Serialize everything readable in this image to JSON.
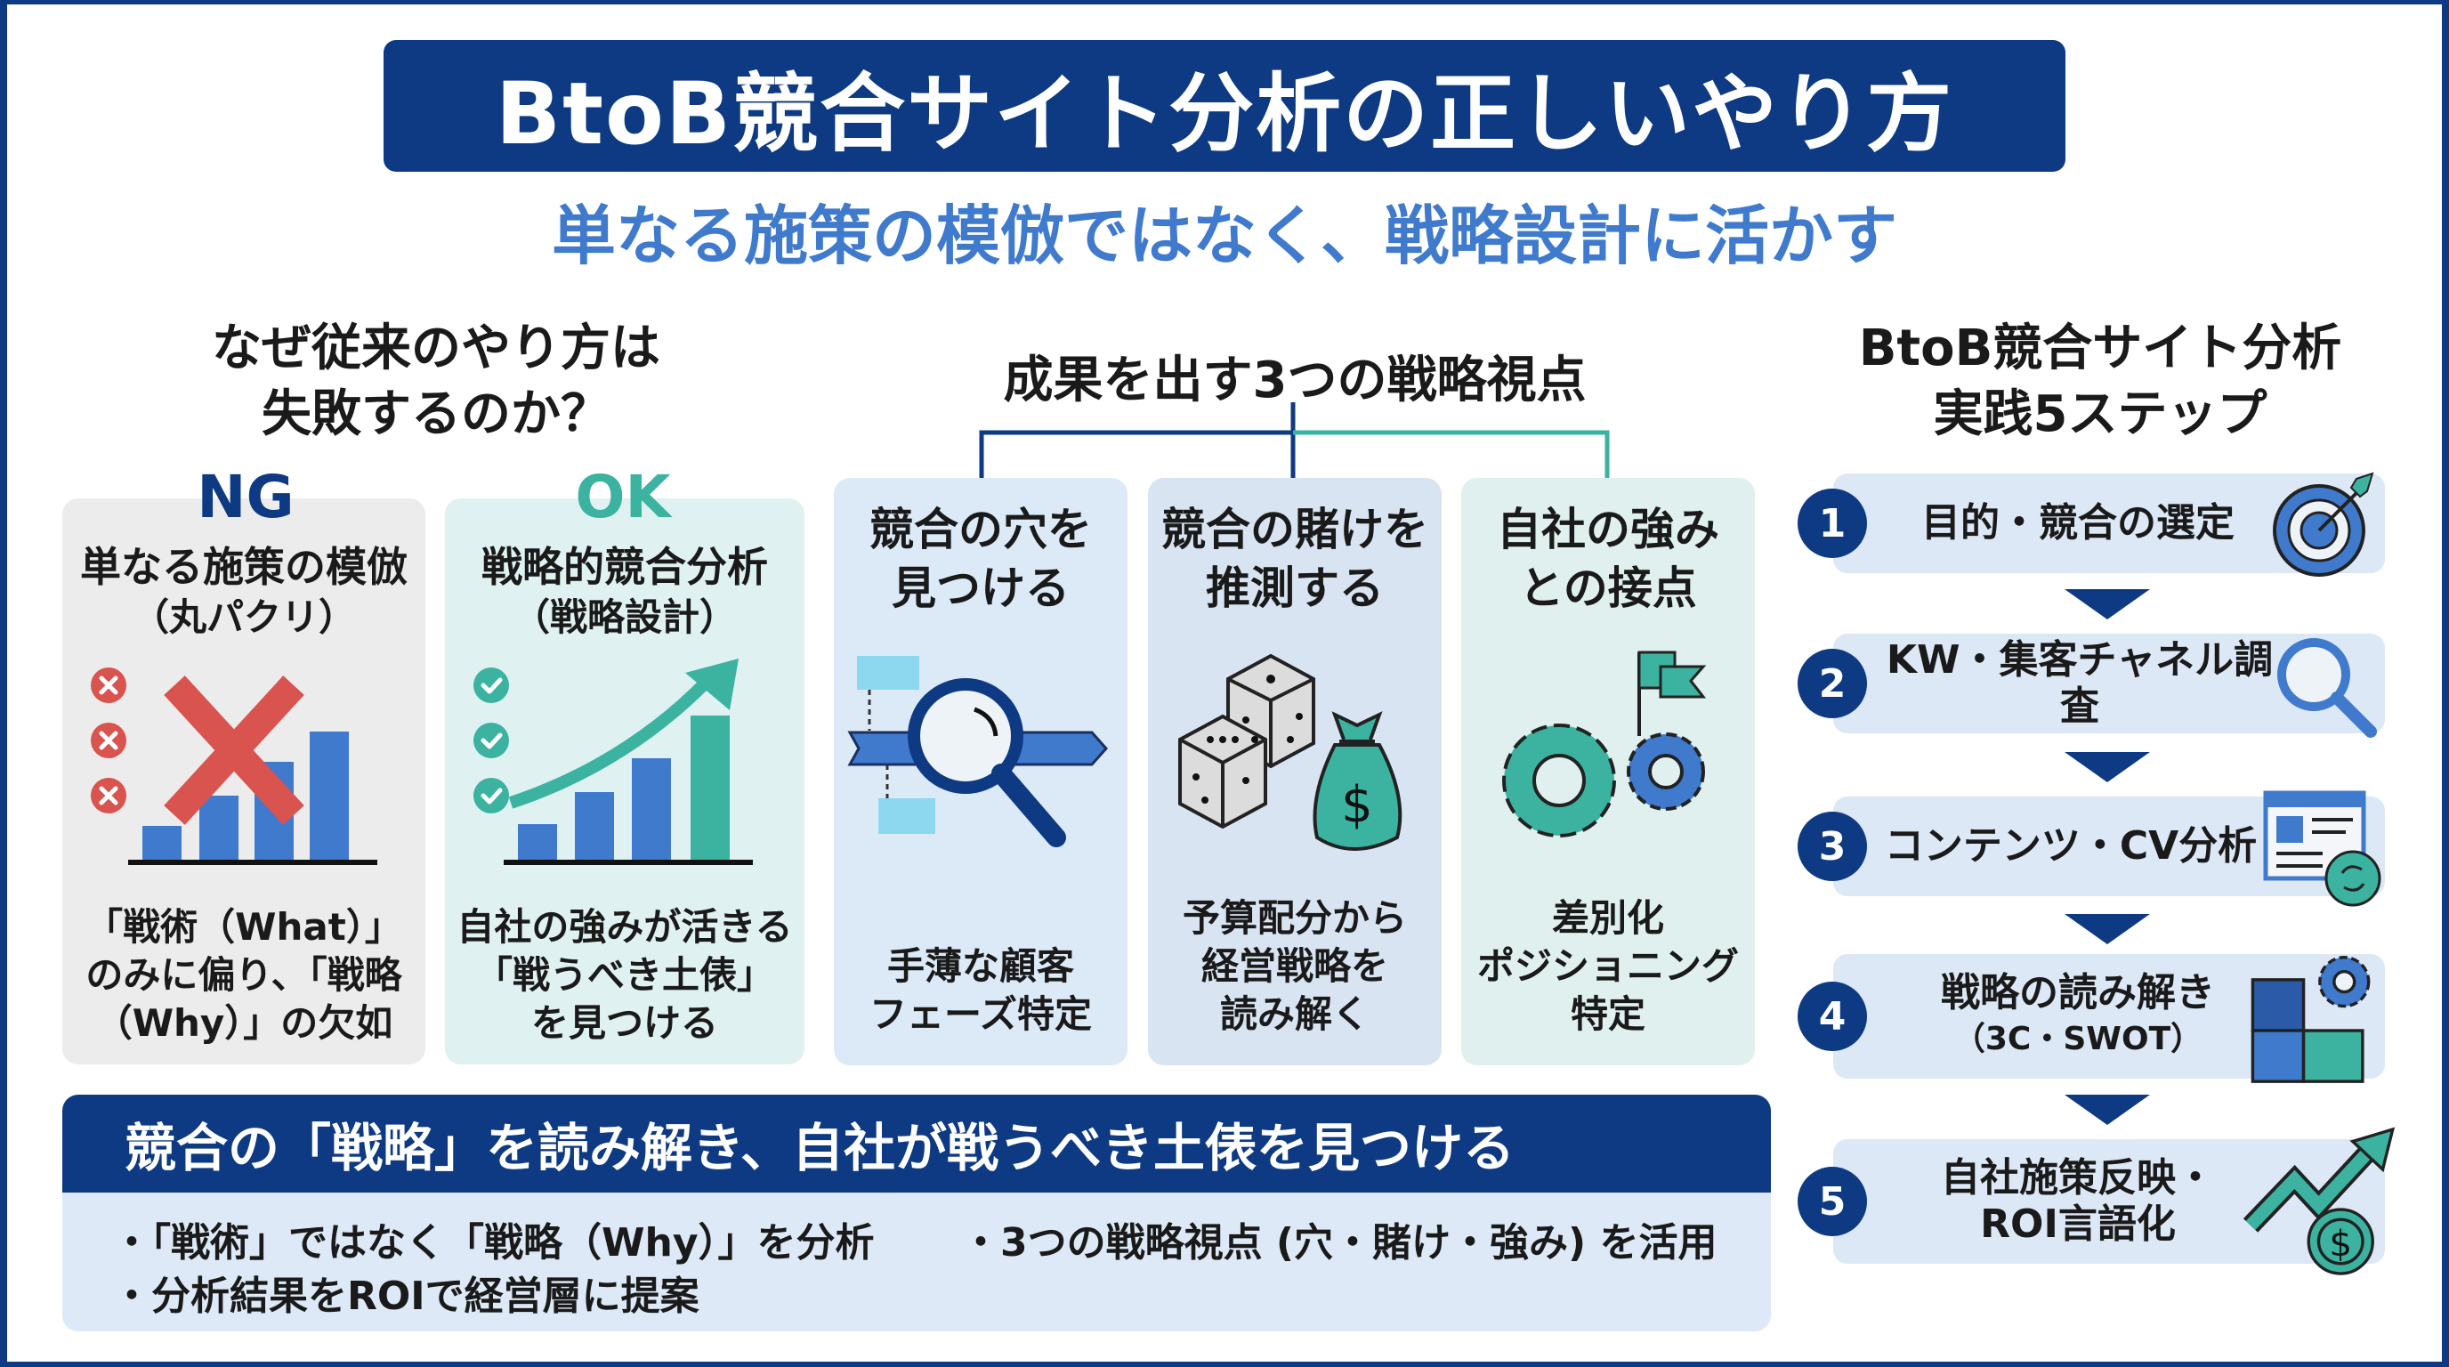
{
  "header": {
    "title": "BtoB競合サイト分析の正しいやり方",
    "subtitle": "単なる施策の模倣ではなく、戦略設計に活かす"
  },
  "left_section": {
    "heading_line1": "なぜ従来のやり方は",
    "heading_line2": "失敗するのか？",
    "ng": {
      "label": "NG",
      "title": "単なる施策の模倣",
      "subtitle": "（丸パクリ）",
      "footer_line1": "「戦術（What）」",
      "footer_line2": "のみに偏り、「戦略",
      "footer_line3": "（Why）」の欠如",
      "icons": [
        "x-circle-icon",
        "x-circle-icon",
        "x-circle-icon",
        "big-red-x-icon",
        "bar-chart-icon"
      ]
    },
    "ok": {
      "label": "OK",
      "title": "戦略的競合分析",
      "subtitle": "（戦略設計）",
      "footer_line1": "自社の強みが活きる",
      "footer_line2": "「戦うべき土俵」",
      "footer_line3": "を見つける",
      "icons": [
        "check-circle-icon",
        "check-circle-icon",
        "check-circle-icon",
        "growth-arrow-icon",
        "bar-chart-icon"
      ]
    }
  },
  "middle_section": {
    "heading": "成果を出す3つの戦略視点",
    "columns": [
      {
        "title_line1": "競合の穴を",
        "title_line2": "見つける",
        "icon": "magnifier-timeline-icon",
        "desc_line1": "手薄な顧客",
        "desc_line2": "フェーズ特定",
        "desc_line3": ""
      },
      {
        "title_line1": "競合の賭けを",
        "title_line2": "推測する",
        "icon": "dice-money-bag-icon",
        "desc_line1": "予算配分から",
        "desc_line2": "経営戦略を",
        "desc_line3": "読み解く"
      },
      {
        "title_line1": "自社の強み",
        "title_line2": "との接点",
        "icon": "gears-flag-icon",
        "desc_line1": "差別化",
        "desc_line2": "ポジショニング",
        "desc_line3": "特定"
      }
    ]
  },
  "bottom_banner": {
    "heading": "競合の「戦略」を読み解き、自社が戦うべき土俵を見つける",
    "bullets": [
      "・「戦術」ではなく「戦略（Why）」を分析",
      "・3つの戦略視点 (穴・賭け・強み) を活用",
      "・分析結果をROIで経営層に提案"
    ]
  },
  "right_section": {
    "heading_line1": "BtoB競合サイト分析",
    "heading_line2": "実践5ステップ",
    "steps": [
      {
        "number": "1",
        "label": "目的・競合の選定",
        "sub": "",
        "icon": "target-icon"
      },
      {
        "number": "2",
        "label": "KW・集客チャネル調査",
        "sub": "",
        "icon": "search-icon"
      },
      {
        "number": "3",
        "label": "コンテンツ・CV分析",
        "sub": "",
        "icon": "webpage-refresh-icon"
      },
      {
        "number": "4",
        "label": "戦略の読み解き",
        "sub": "（3C・SWOT）",
        "icon": "puzzle-gear-icon"
      },
      {
        "number": "5",
        "label": "自社施策反映・",
        "sub": "ROI言語化",
        "icon": "growth-coin-icon"
      }
    ]
  },
  "colors": {
    "navy": "#0d3a82",
    "blue": "#3f7acd",
    "teal": "#3bb3a0",
    "red": "#d9534f",
    "ng_panel": "#ececec",
    "ok_panel": "#dff1f1"
  }
}
